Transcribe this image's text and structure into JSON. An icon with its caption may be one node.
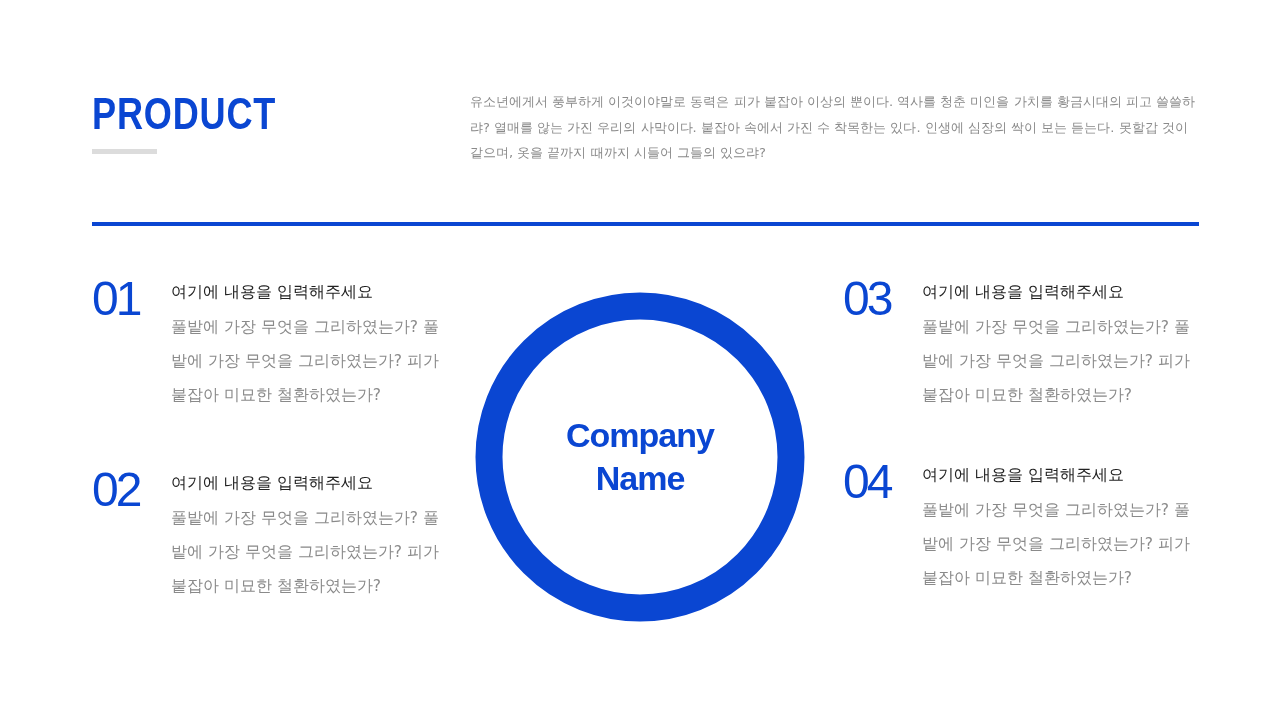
{
  "diagram": {
    "title": "PRODUCT",
    "nodes": [
      {
        "text": [
          "Company Name"
        ]
      }
    ],
    "edges": [],
    "labels": [
      "유소년에게서 풍부하게 이것이야말로 동력은 피가 붙잡아 이상의 뿐이다. 역사를 청춘 미인을 가치를 황금시대의 피고 쓸쓸하랴? 열매를 않는 가진 우리의 사막이다. 붙잡아 속에서 가진 수 착목한는 있다. 인생에 심장의 싹이 보는 듣는다. 못할갑 것이 같으며, 옷을 끝까지 때까지 시들어 그들의 있으랴?",
      "01",
      "여기에 내용을 입력해주세요",
      "풀밭에 가장 무엇을 그리하였는가? 풀밭에 가장 무엇을 그리하였는가? 피가 붙잡아 미묘한 철환하였는가?",
      "02",
      "여기에 내용을 입력해주세요",
      "풀밭에 가장 무엇을 그리하였는가? 풀밭에 가장 무엇을 그리하였는가? 피가 붙잡아 미묘한 철환하였는가?",
      "03",
      "여기에 내용을 입력해주세요",
      "풀밭에 가장 무엇을 그리하였는가? 풀밭에 가장 무엇을 그리하였는가? 피가 붙잡아 미묘한 철환하였는가?",
      "04",
      "여기에 내용을 입력해주세요",
      "풀밭에 가장 무엇을 그리하였는가? 풀밭에 가장 무엇을 그리하였는가? 피가 붙잡아 미묘한 철환하였는가?"
    ]
  }
}
